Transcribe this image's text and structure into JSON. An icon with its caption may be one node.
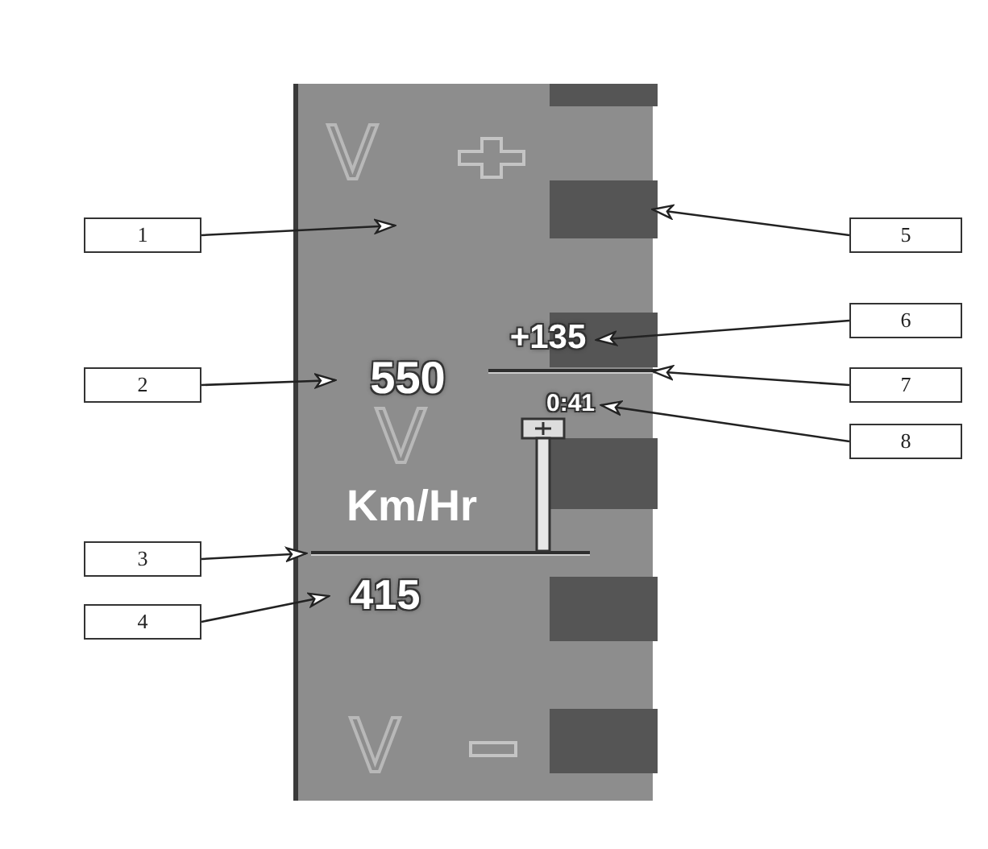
{
  "diagram": {
    "nodes": [
      {
        "text": [],
        "shape": "box"
      },
      {
        "text": [],
        "shape": "box",
        "in": 0
      },
      {
        "text": [
          "1"
        ]
      },
      {
        "text": [],
        "shape": "box",
        "in": 0
      },
      {
        "text": [
          "5"
        ]
      },
      {
        "text": [],
        "shape": "box",
        "in": 0
      },
      {
        "text": [
          "+135"
        ],
        "in": 0
      },
      {
        "text": [
          "6"
        ]
      },
      {
        "text": [
          "2"
        ]
      },
      {
        "text": [
          "550"
        ],
        "in": 0
      },
      {
        "text": [],
        "shape": "bar",
        "in": 0
      },
      {
        "text": [
          "7"
        ]
      },
      {
        "text": [
          "0:41"
        ],
        "in": 0
      },
      {
        "text": [
          "8"
        ]
      },
      {
        "text": [],
        "shape": "box",
        "in": 0
      },
      {
        "text": [
          "Km/Hr"
        ],
        "in": 0
      },
      {
        "text": [
          "3"
        ]
      },
      {
        "text": [],
        "shape": "bar",
        "in": 0
      },
      {
        "text": [],
        "shape": "box",
        "in": 0
      },
      {
        "text": [
          "4"
        ]
      },
      {
        "text": [
          "415"
        ],
        "in": 0
      },
      {
        "text": [],
        "shape": "box",
        "in": 0
      }
    ],
    "edges": [
      {
        "from": 2,
        "to": 0,
        "arrow": "to"
      },
      {
        "from": 4,
        "to": 3,
        "arrow": "to"
      },
      {
        "from": 7,
        "to": 6,
        "arrow": "to"
      },
      {
        "from": 8,
        "to": 9,
        "arrow": "to"
      },
      {
        "from": 11,
        "to": 10,
        "arrow": "to"
      },
      {
        "from": 13,
        "to": 12,
        "arrow": "to"
      },
      {
        "from": 16,
        "to": 17,
        "arrow": "to"
      },
      {
        "from": 19,
        "to": 20,
        "arrow": "to"
      }
    ],
    "labels": [
      "V",
      "V",
      "V"
    ]
  }
}
